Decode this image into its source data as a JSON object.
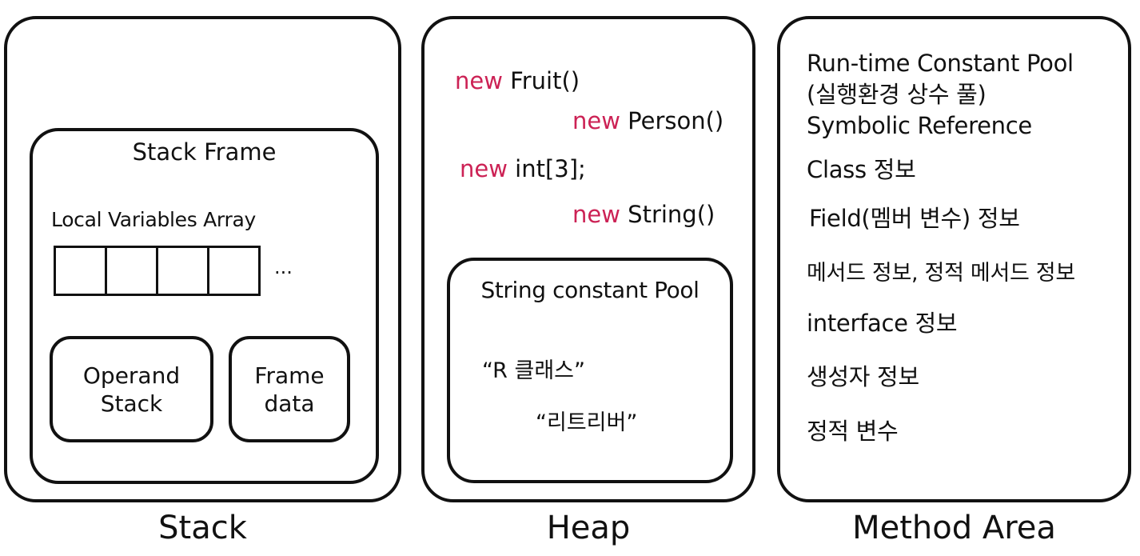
{
  "colors": {
    "keyword": "#cc2255",
    "stroke": "#111111",
    "text": "#111111"
  },
  "stack": {
    "label": "Stack",
    "frame": {
      "title": "Stack Frame",
      "locals_label": "Local Variables Array",
      "ellipsis": "...",
      "cell_count": 4,
      "operand": "Operand\nStack",
      "frame_data": "Frame\ndata"
    }
  },
  "heap": {
    "label": "Heap",
    "allocations": [
      {
        "kw": "new",
        "expr": "Fruit()"
      },
      {
        "kw": "new",
        "expr": "Person()"
      },
      {
        "kw": "new",
        "expr": "int[3];"
      },
      {
        "kw": "new",
        "expr": "String()"
      }
    ],
    "pool": {
      "title": "String constant Pool",
      "items": [
        "“R 클래스”",
        "“리트리버”"
      ]
    }
  },
  "method_area": {
    "label": "Method Area",
    "items": [
      "Run-time Constant Pool",
      "(실행환경 상수 풀)",
      "Symbolic Reference",
      "Class 정보",
      "Field(멤버 변수) 정보",
      "메서드 정보, 정적 메서드 정보",
      "interface 정보",
      "생성자 정보",
      "정적 변수"
    ]
  }
}
